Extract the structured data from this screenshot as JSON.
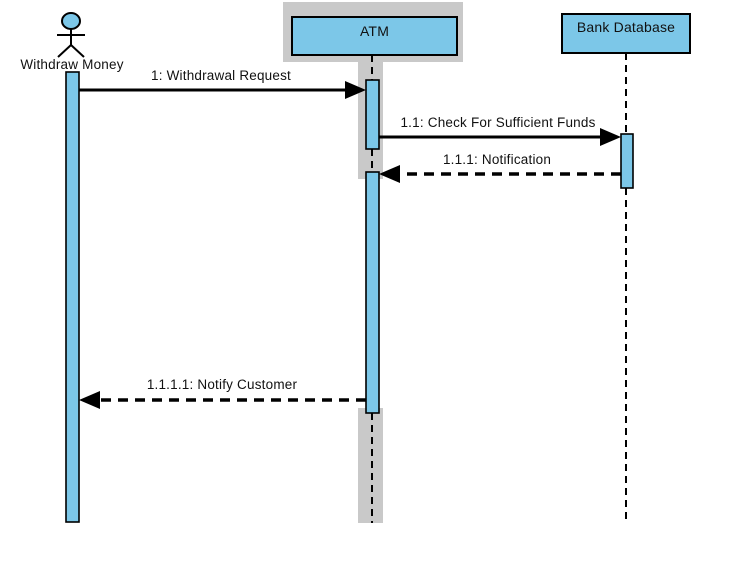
{
  "diagram": {
    "type": "uml-sequence-diagram",
    "actor": {
      "label": "Withdraw Money",
      "shape": "stick-figure"
    },
    "lifelines": [
      {
        "id": "atm",
        "label": "ATM",
        "highlighted": true
      },
      {
        "id": "bank-database",
        "label": "Bank Database",
        "highlighted": false
      }
    ],
    "messages": [
      {
        "label": "1: Withdrawal Request",
        "from": "Withdraw Money",
        "to": "ATM",
        "line": "solid",
        "direction": "right"
      },
      {
        "label": "1.1: Check For Sufficient Funds",
        "from": "ATM",
        "to": "Bank Database",
        "line": "solid",
        "direction": "right"
      },
      {
        "label": "1.1.1: Notification",
        "from": "Bank Database",
        "to": "ATM",
        "line": "dashed",
        "direction": "left"
      },
      {
        "label": "1.1.1.1: Notify Customer",
        "from": "ATM",
        "to": "Withdraw Money",
        "line": "dashed",
        "direction": "left"
      }
    ],
    "colors": {
      "fill": "#7CC7E8",
      "stroke": "#000000",
      "shadow": "#C9C9C9",
      "canvas": "#FFFFFF"
    }
  }
}
